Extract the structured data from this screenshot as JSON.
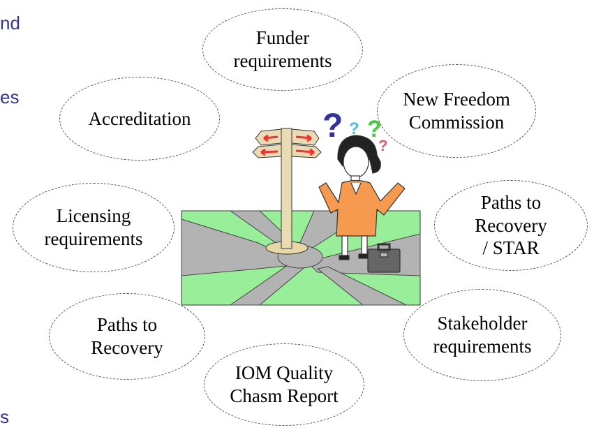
{
  "cut_text": {
    "fragment_1": "nd",
    "fragment_2": "es",
    "fragment_3": "s"
  },
  "bubbles": {
    "funder": "Funder\nrequirements",
    "new_freedom": "New Freedom\nCommission",
    "accreditation": "Accreditation",
    "licensing": "Licensing\nrequirements",
    "paths_star": "Paths to\nRecovery\n/ STAR",
    "stakeholder": "Stakeholder\nrequirements",
    "paths": "Paths to\nRecovery",
    "iom": "IOM Quality\nChasm Report"
  },
  "question_marks": [
    "?",
    "?",
    "?",
    "?"
  ],
  "colors": {
    "text_fragment": "#333399",
    "lawn": "#99ee99",
    "road": "#b3b3b3",
    "jacket": "#f59a4e"
  }
}
